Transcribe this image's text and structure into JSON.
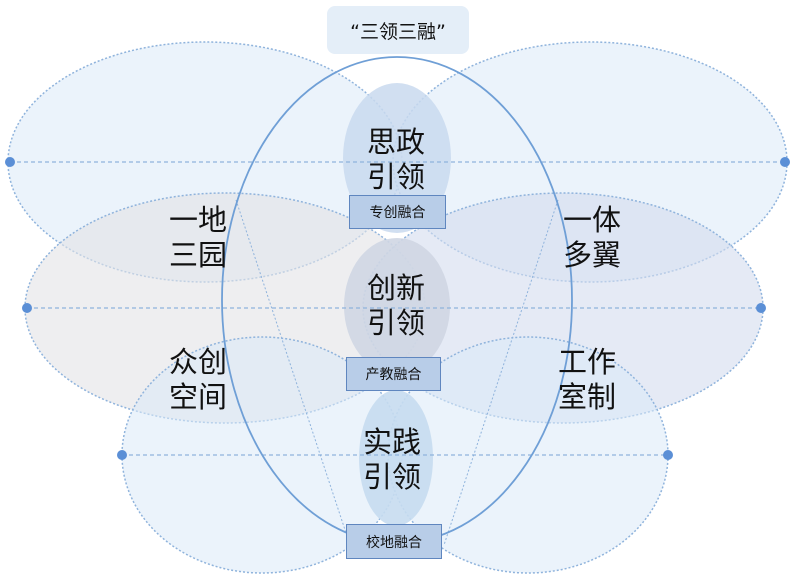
{
  "title": "“三领三融”",
  "center_labels": [
    {
      "line1": "思政",
      "line2": "引领"
    },
    {
      "line1": "创新",
      "line2": "引领"
    },
    {
      "line1": "实践",
      "line2": "引领"
    }
  ],
  "side_labels": [
    {
      "line1": "一地",
      "line2": "三园"
    },
    {
      "line1": "一体",
      "line2": "多翼"
    },
    {
      "line1": "众创",
      "line2": "空间"
    },
    {
      "line1": "工作",
      "line2": "室制"
    }
  ],
  "fusion_tags": [
    "专创融合",
    "产教融合",
    "校地融合"
  ],
  "colors": {
    "ellipse_fill": "#dbe9f7",
    "ellipse_stroke": "#8fb3dc",
    "big_ring": "#6f9fd6",
    "dot": "#5b8fd6",
    "tag_fill": "#b8cde8",
    "tag_border": "#5f86bf"
  }
}
